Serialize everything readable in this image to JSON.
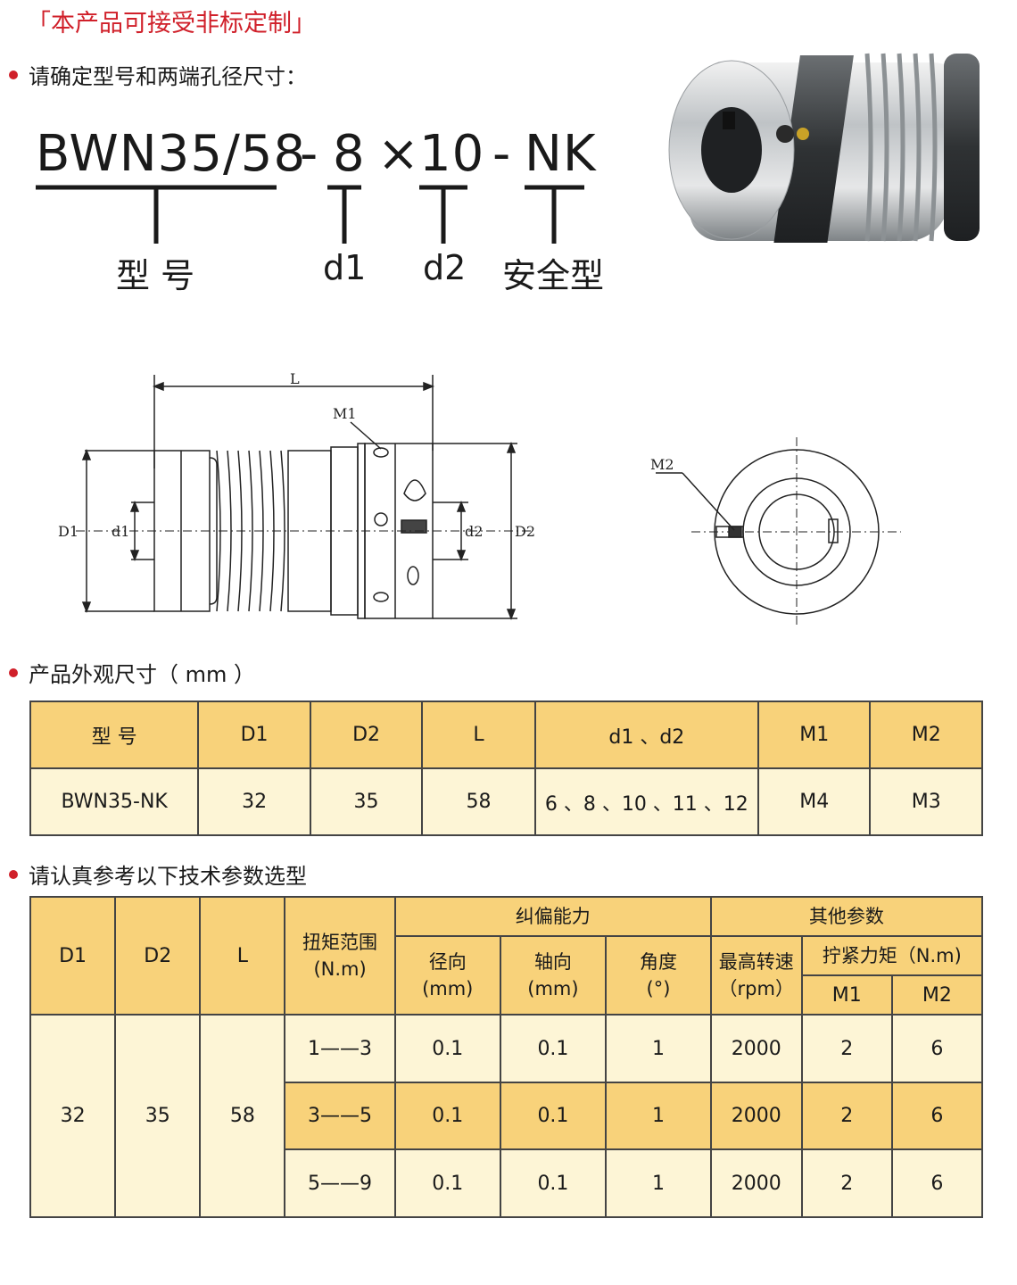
{
  "notice": "「本产品可接受非标定制」",
  "section1": {
    "title": "请确定型号和两端孔径尺寸："
  },
  "code": {
    "model": "BWN35/58",
    "sep1": "-",
    "d1": "8",
    "times": "×",
    "d2": "10",
    "sep2": "-",
    "suffix": "NK"
  },
  "code_labels": {
    "model": "型 号",
    "d1": "d1",
    "d2": "d2",
    "suffix": "安全型"
  },
  "drawing": {
    "side": {
      "L": "L",
      "M1": "M1",
      "D1": "D1",
      "d1": "d1",
      "d2": "d2",
      "D2": "D2"
    },
    "end": {
      "M2": "M2"
    }
  },
  "section2": {
    "title": "产品外观尺寸（ mm ）"
  },
  "dim_table": {
    "headers": [
      "型 号",
      "D1",
      "D2",
      "L",
      "d1 、d2",
      "M1",
      "M2"
    ],
    "row": [
      "BWN35-NK",
      "32",
      "35",
      "58",
      "6 、8 、10 、11 、12",
      "M4",
      "M3"
    ]
  },
  "section3": {
    "title": "请认真参考以下技术参数选型"
  },
  "tech_table": {
    "h_D1": "D1",
    "h_D2": "D2",
    "h_L": "L",
    "h_torque": "扭矩范围\n(N.m)",
    "h_misalign": "纠偏能力",
    "h_other": "其他参数",
    "h_radial": "径向\n(mm)",
    "h_axial": "轴向\n(mm)",
    "h_angle": "角度\n(°)",
    "h_speed": "最高转速\n（rpm）",
    "h_tighten": "拧紧力矩（N.m)",
    "h_M1": "M1",
    "h_M2": "M2",
    "D1": "32",
    "D2": "35",
    "L": "58",
    "rows": [
      {
        "torque": "1——3",
        "radial": "0.1",
        "axial": "0.1",
        "angle": "1",
        "speed": "2000",
        "m1": "2",
        "m2": "6"
      },
      {
        "torque": "3——5",
        "radial": "0.1",
        "axial": "0.1",
        "angle": "1",
        "speed": "2000",
        "m1": "2",
        "m2": "6"
      },
      {
        "torque": "5——9",
        "radial": "0.1",
        "axial": "0.1",
        "angle": "1",
        "speed": "2000",
        "m1": "2",
        "m2": "6"
      }
    ]
  }
}
